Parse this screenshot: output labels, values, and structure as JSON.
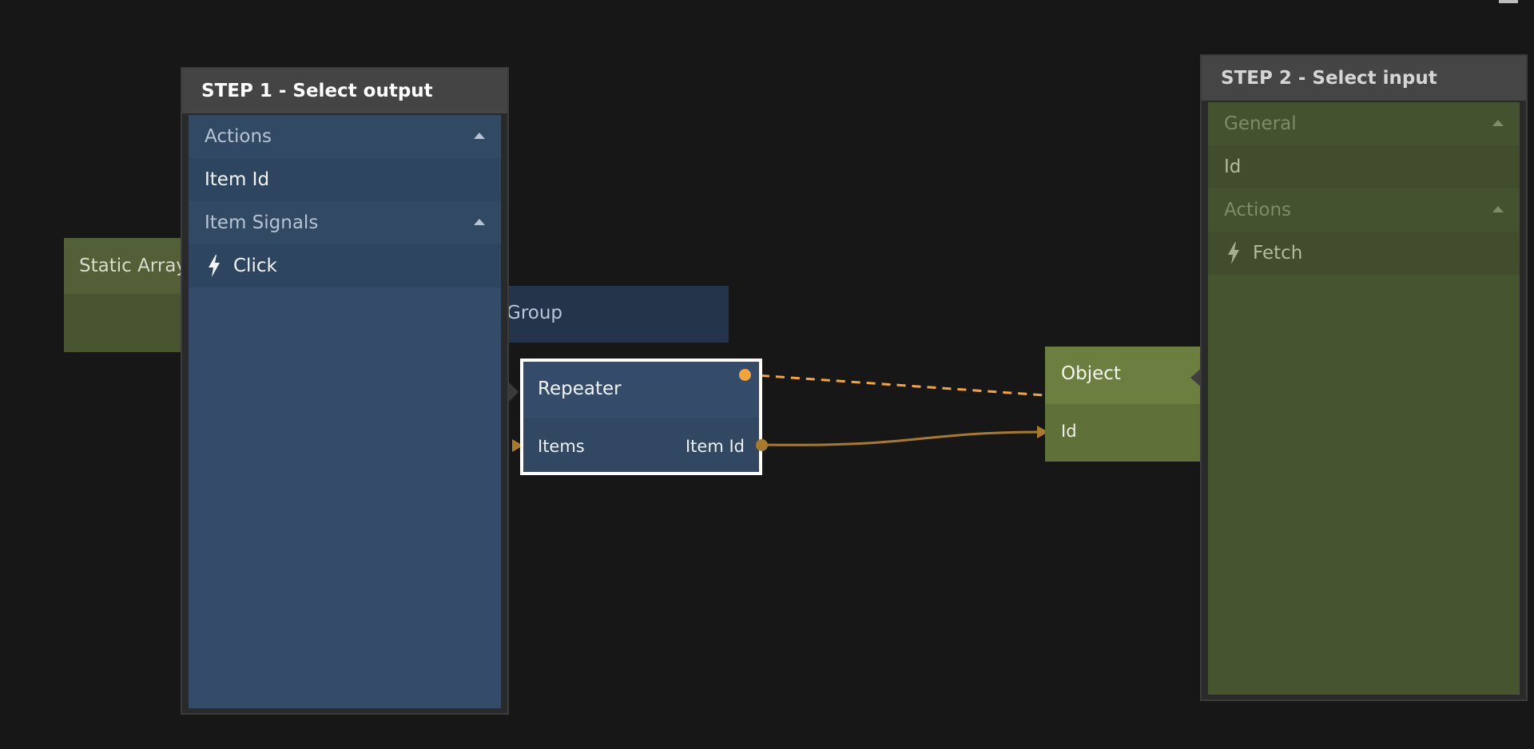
{
  "colors": {
    "canvas_bg": "#171717",
    "visual_node_bg": "#344c69",
    "data_node_bg": "#5f7038",
    "signal_wire": "#f2a33a",
    "data_wire": "#a87a2c"
  },
  "nodes": {
    "static_array": {
      "label": "Static Array"
    },
    "group": {
      "label": "Group"
    },
    "repeater": {
      "title": "Repeater",
      "input_items": "Items",
      "output_item_id": "Item Id"
    },
    "object": {
      "title": "Object",
      "input_id": "Id"
    }
  },
  "step1": {
    "title": "STEP 1 - Select output",
    "sections": [
      {
        "label": "Actions",
        "icon": "caret-up-icon"
      },
      {
        "label": "Item Id"
      },
      {
        "label": "Item Signals",
        "icon": "caret-up-icon"
      },
      {
        "label": "Click",
        "icon": "lightning-icon"
      }
    ]
  },
  "step2": {
    "title": "STEP 2 - Select input",
    "sections": [
      {
        "label": "General",
        "icon": "caret-up-icon"
      },
      {
        "label": "Id"
      },
      {
        "label": "Actions",
        "icon": "caret-up-icon"
      },
      {
        "label": "Fetch",
        "icon": "lightning-icon"
      }
    ]
  }
}
